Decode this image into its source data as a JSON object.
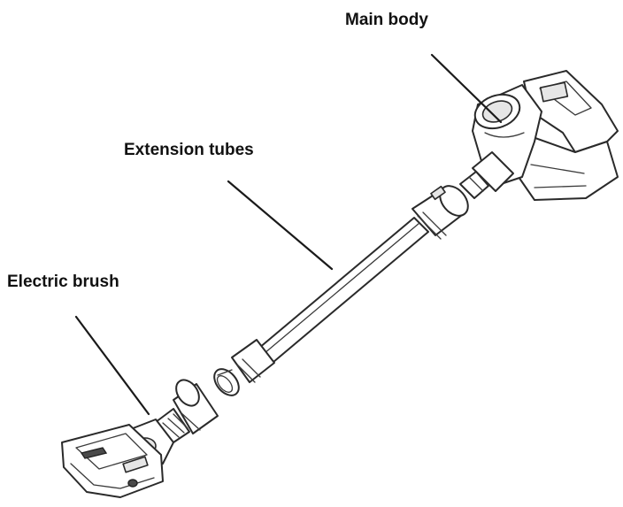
{
  "labels": {
    "main_body": "Main body",
    "extension_tubes": "Extension tubes",
    "electric_brush": "Electric brush"
  }
}
